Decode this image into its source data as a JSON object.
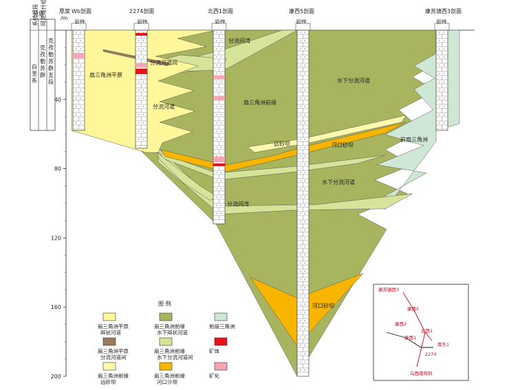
{
  "header": {
    "strat_label": "分层",
    "depth_label": "厚度",
    "depth_unit": "/m",
    "lith_label": "岩性",
    "sections": [
      "Wb剖面",
      "2274剖面",
      "北西1剖面",
      "康西5剖面",
      "康苏镇西3剖面"
    ]
  },
  "strat": {
    "col1_head": "系统组段",
    "col2_head": "阿克塔什组",
    "system": "白垩系",
    "group": "克孜勒苏群",
    "formation": "克孜勒苏群五段"
  },
  "depth_ticks": [
    "40",
    "80",
    "120",
    "160",
    "200"
  ],
  "facies_labels": {
    "fan_plain": "扇三角洲平原",
    "interchannel_top": "分流河道间",
    "interbay_top": "分流间湾",
    "distributary_channel": "分流河道",
    "fan_front": "扇三角洲前缘",
    "underwater_channel_upper": "水下分流河道",
    "distal_bar": "远砂坝",
    "mouth_bar_upper": "河口砂坝",
    "prodelta": "前扇三角洲",
    "underwater_channel_lower": "水下分流河道",
    "interbay_lower": "分流间湾",
    "mouth_bar_lower": "河口砂坝"
  },
  "legend": {
    "title": "图 例",
    "items": [
      {
        "label1": "扇三角洲平原",
        "label2": "辫状河道",
        "color": "#fff79a"
      },
      {
        "label1": "扇三角洲前缘",
        "label2": "水下辫状河道",
        "color": "#a9b55e"
      },
      {
        "label1": "前扇三角洲",
        "label2": "",
        "color": "#cfe8d6"
      },
      {
        "label1": "扇三角洲平原",
        "label2": "分流河道间",
        "color": "#9a7a5e"
      },
      {
        "label1": "扇三角洲前缘",
        "label2": "水下分流河道间",
        "color": "#d6e49a"
      },
      {
        "label1": "矿体",
        "label2": "",
        "color": "#e8141c"
      },
      {
        "label1": "扇三角洲前缘",
        "label2": "远砂坝",
        "color": "#fffab0"
      },
      {
        "label1": "扇三角洲前缘",
        "label2": "河口沙坝",
        "color": "#f7b500"
      },
      {
        "label1": "矿化",
        "label2": "",
        "color": "#f2a7b3"
      }
    ]
  },
  "inset_map": {
    "labels": {
      "ksz3": "康苏镇西3",
      "kx5": "康西5",
      "kx2": "康西2",
      "kx1": "康西1",
      "bx1": "北西1",
      "nd1": "南东1",
      "p2274": "2274",
      "wxnzx": "乌西南背斜"
    }
  },
  "colors": {
    "fan_plain": "#fff79a",
    "fan_front": "#a9b55e",
    "light_front": "#d6e49a",
    "prodelta": "#cfe8d6",
    "mouth_bar": "#f7b500",
    "distal_bar": "#fffab0",
    "interchannel": "#9a7a5e",
    "ore": "#e8141c",
    "mineralized": "#f2a7b3",
    "map_red": "#d0021b"
  }
}
